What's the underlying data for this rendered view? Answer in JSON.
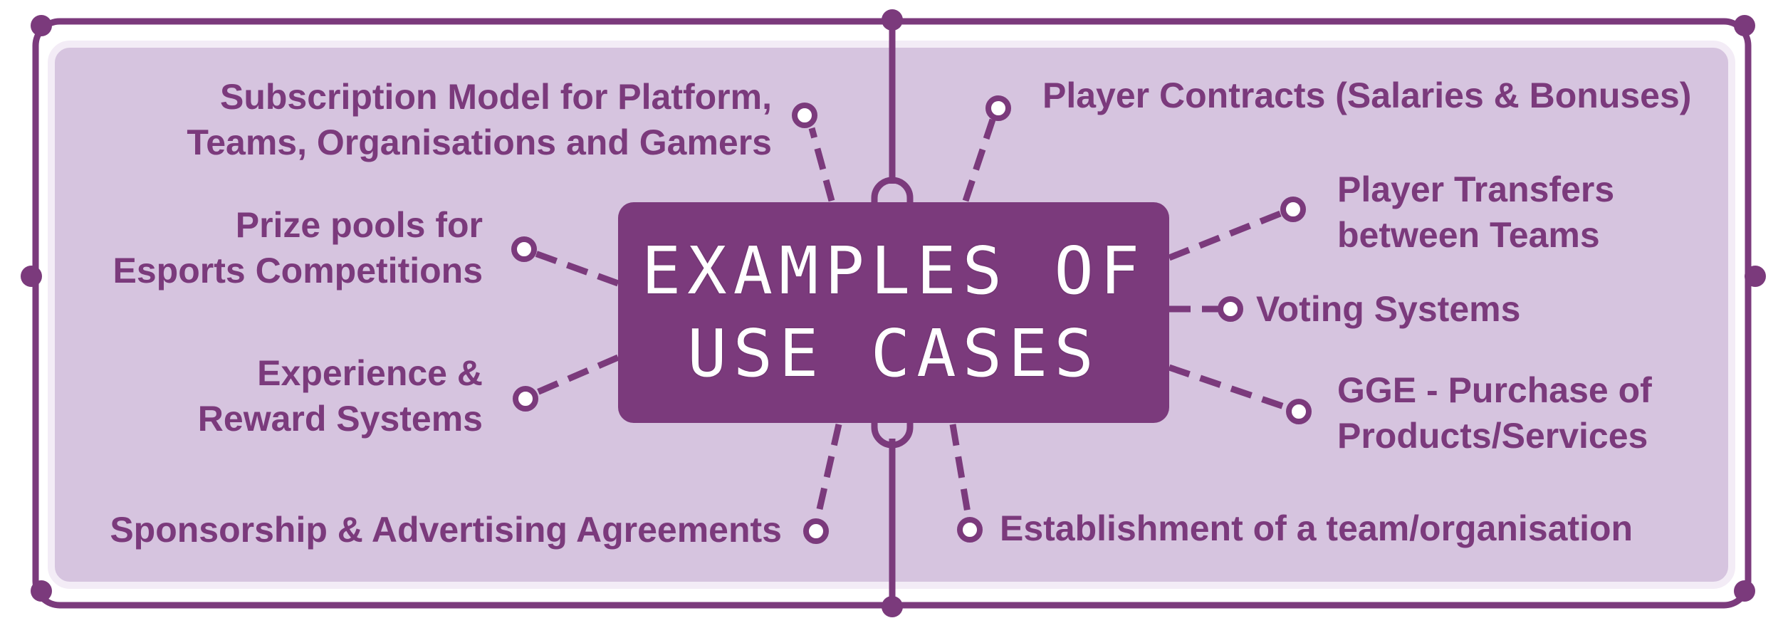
{
  "theme": {
    "frame_color": "#7b3a7c",
    "panel_fill": "#d6c4df",
    "panel_border": "#f3ecf6",
    "text_color": "#7b3a7c",
    "title_box_color": "#7b3a7c",
    "title_text_color": "#ffffff"
  },
  "title": {
    "line1": "EXAMPLES OF",
    "line2": "USE CASES"
  },
  "left_items": [
    {
      "lines": [
        "Subscription Model for Platform,",
        "Teams, Organisations and Gamers"
      ]
    },
    {
      "lines": [
        "Prize pools for",
        "Esports Competitions"
      ]
    },
    {
      "lines": [
        "Experience &",
        "Reward Systems"
      ]
    },
    {
      "lines": [
        "Sponsorship & Advertising Agreements"
      ]
    }
  ],
  "right_items": [
    {
      "lines": [
        "Player Contracts (Salaries & Bonuses)"
      ]
    },
    {
      "lines": [
        "Player Transfers",
        "between Teams"
      ]
    },
    {
      "lines": [
        "Voting Systems"
      ]
    },
    {
      "lines": [
        "GGE - Purchase of",
        "Products/Services"
      ]
    },
    {
      "lines": [
        "Establishment of a team/organisation"
      ]
    }
  ]
}
